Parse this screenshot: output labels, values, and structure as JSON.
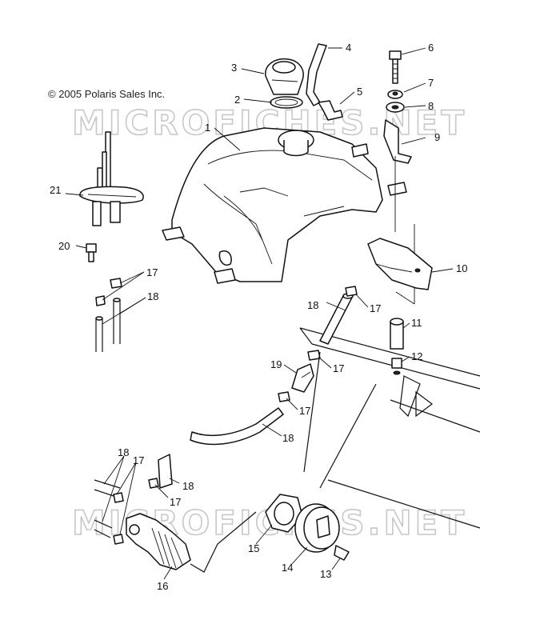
{
  "copyright": "© 2005 Polaris Sales Inc.",
  "watermarks": [
    "MICROFICHES.NET",
    "MICROFICHES.NET"
  ],
  "callouts": [
    {
      "id": "c1",
      "label": "1"
    },
    {
      "id": "c2",
      "label": "2"
    },
    {
      "id": "c3",
      "label": "3"
    },
    {
      "id": "c4",
      "label": "4"
    },
    {
      "id": "c5",
      "label": "5"
    },
    {
      "id": "c6",
      "label": "6"
    },
    {
      "id": "c7",
      "label": "7"
    },
    {
      "id": "c8",
      "label": "8"
    },
    {
      "id": "c9",
      "label": "9"
    },
    {
      "id": "c10",
      "label": "10"
    },
    {
      "id": "c11",
      "label": "11"
    },
    {
      "id": "c12",
      "label": "12"
    },
    {
      "id": "c13",
      "label": "13"
    },
    {
      "id": "c14",
      "label": "14"
    },
    {
      "id": "c15",
      "label": "15"
    },
    {
      "id": "c16",
      "label": "16"
    },
    {
      "id": "c17a",
      "label": "17"
    },
    {
      "id": "c17b",
      "label": "17"
    },
    {
      "id": "c17c",
      "label": "17"
    },
    {
      "id": "c17d",
      "label": "17"
    },
    {
      "id": "c17e",
      "label": "17"
    },
    {
      "id": "c17f",
      "label": "17"
    },
    {
      "id": "c18a",
      "label": "18"
    },
    {
      "id": "c18b",
      "label": "18"
    },
    {
      "id": "c18c",
      "label": "18"
    },
    {
      "id": "c18d",
      "label": "18"
    },
    {
      "id": "c18e",
      "label": "18"
    },
    {
      "id": "c19",
      "label": "19"
    },
    {
      "id": "c20",
      "label": "20"
    },
    {
      "id": "c21",
      "label": "21"
    }
  ]
}
